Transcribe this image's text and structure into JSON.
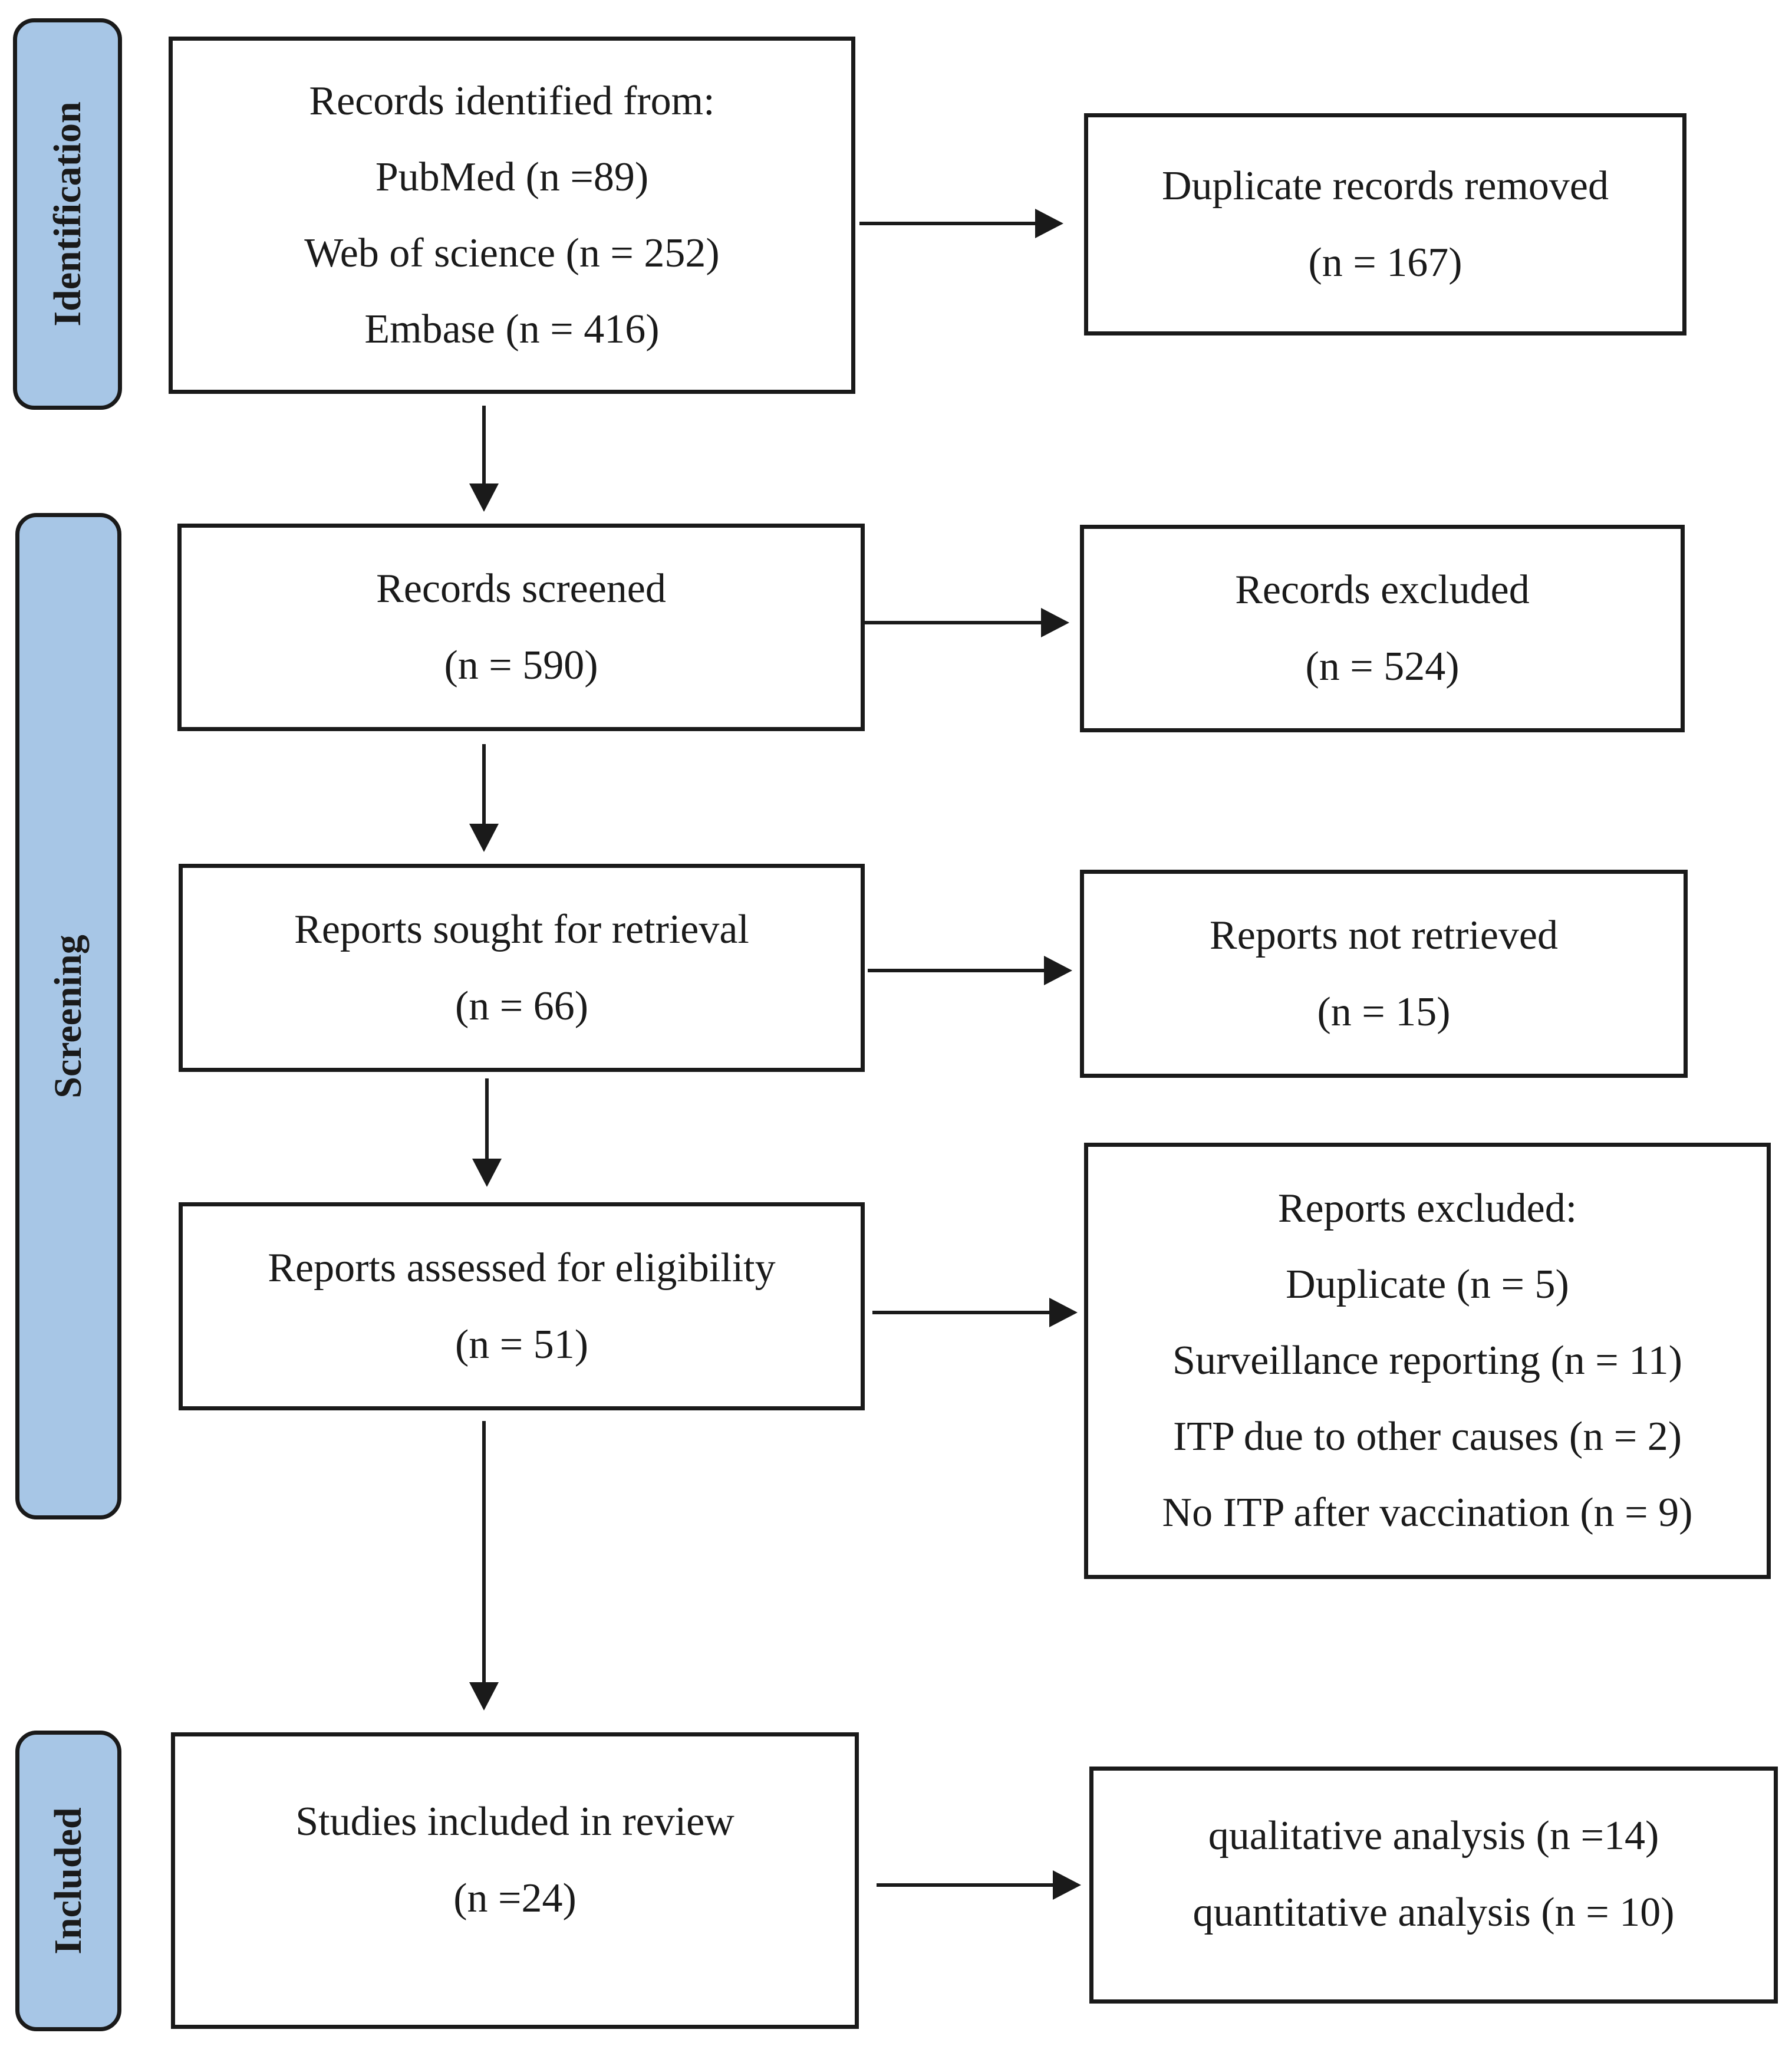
{
  "stages": {
    "identification": "Identification",
    "screening": "Screening",
    "included": "Included"
  },
  "identification": {
    "title": "Records identified from:",
    "sources": [
      "PubMed (n =89)",
      "Web of science (n = 252)",
      "Embase (n = 416)"
    ],
    "duplicates_label": "Duplicate records removed",
    "duplicates_n": "(n = 167)"
  },
  "screening": {
    "screened_label": "Records screened",
    "screened_n": "(n = 590)",
    "excluded_label": "Records excluded",
    "excluded_n": "(n = 524)",
    "sought_label": "Reports sought for retrieval",
    "sought_n": "(n = 66)",
    "not_retrieved_label": "Reports not retrieved",
    "not_retrieved_n": "(n = 15)",
    "assessed_label": "Reports assessed for eligibility",
    "assessed_n": "(n = 51)",
    "reports_excluded_title": "Reports excluded:",
    "reports_excluded_reasons": [
      "Duplicate (n = 5)",
      "Surveillance reporting (n = 11)",
      "ITP due to other causes (n = 2)",
      "No ITP after vaccination (n = 9)"
    ]
  },
  "included": {
    "studies_label": "Studies included in review",
    "studies_n": "(n =24)",
    "qualitative": "qualitative analysis (n =14)",
    "quantitative": "quantitative analysis (n = 10)"
  }
}
